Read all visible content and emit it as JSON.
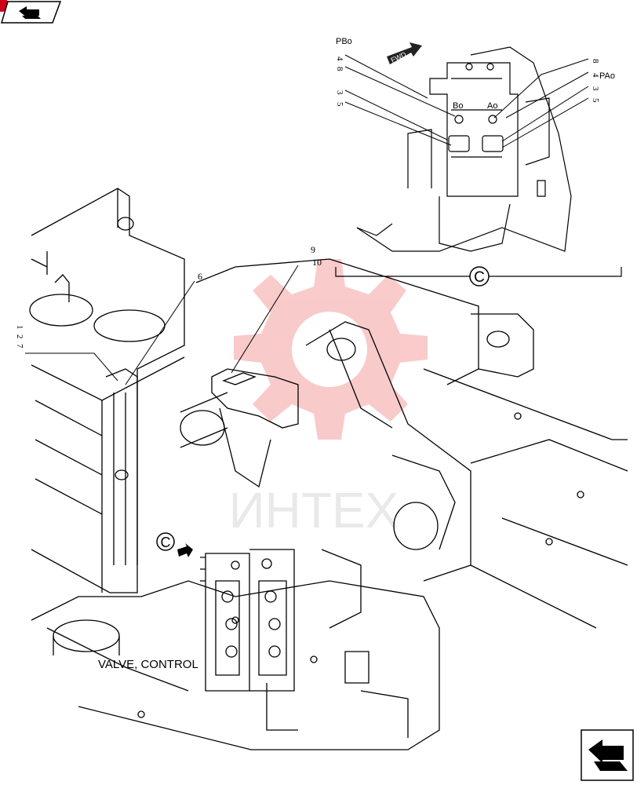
{
  "caption": "VALVE, CONTROL",
  "watermark": "ИНТЕХ",
  "callouts": {
    "n1": "1",
    "n2": "2",
    "n7": "7",
    "n6": "6",
    "n9": "9",
    "n10": "10",
    "n4a": "4",
    "n8a": "8",
    "n3a": "3",
    "n5a": "5",
    "n8b": "8",
    "n4b": "4",
    "n3b": "3",
    "n5b": "5"
  },
  "detail": {
    "view_label": "C",
    "pbo_label": "PBo",
    "pao_label": "PAo",
    "bo_label": "Bo",
    "ao_label": "Ao",
    "fwd_label": "FWD"
  },
  "main_view_ref": "C",
  "colors": {
    "line": "#000000",
    "watermark": "#f4a0a0",
    "corner_badge": "#d0021b"
  },
  "icons": {
    "top_left": "back-arrow-icon",
    "bottom_right": "next-page-arrow-icon"
  }
}
